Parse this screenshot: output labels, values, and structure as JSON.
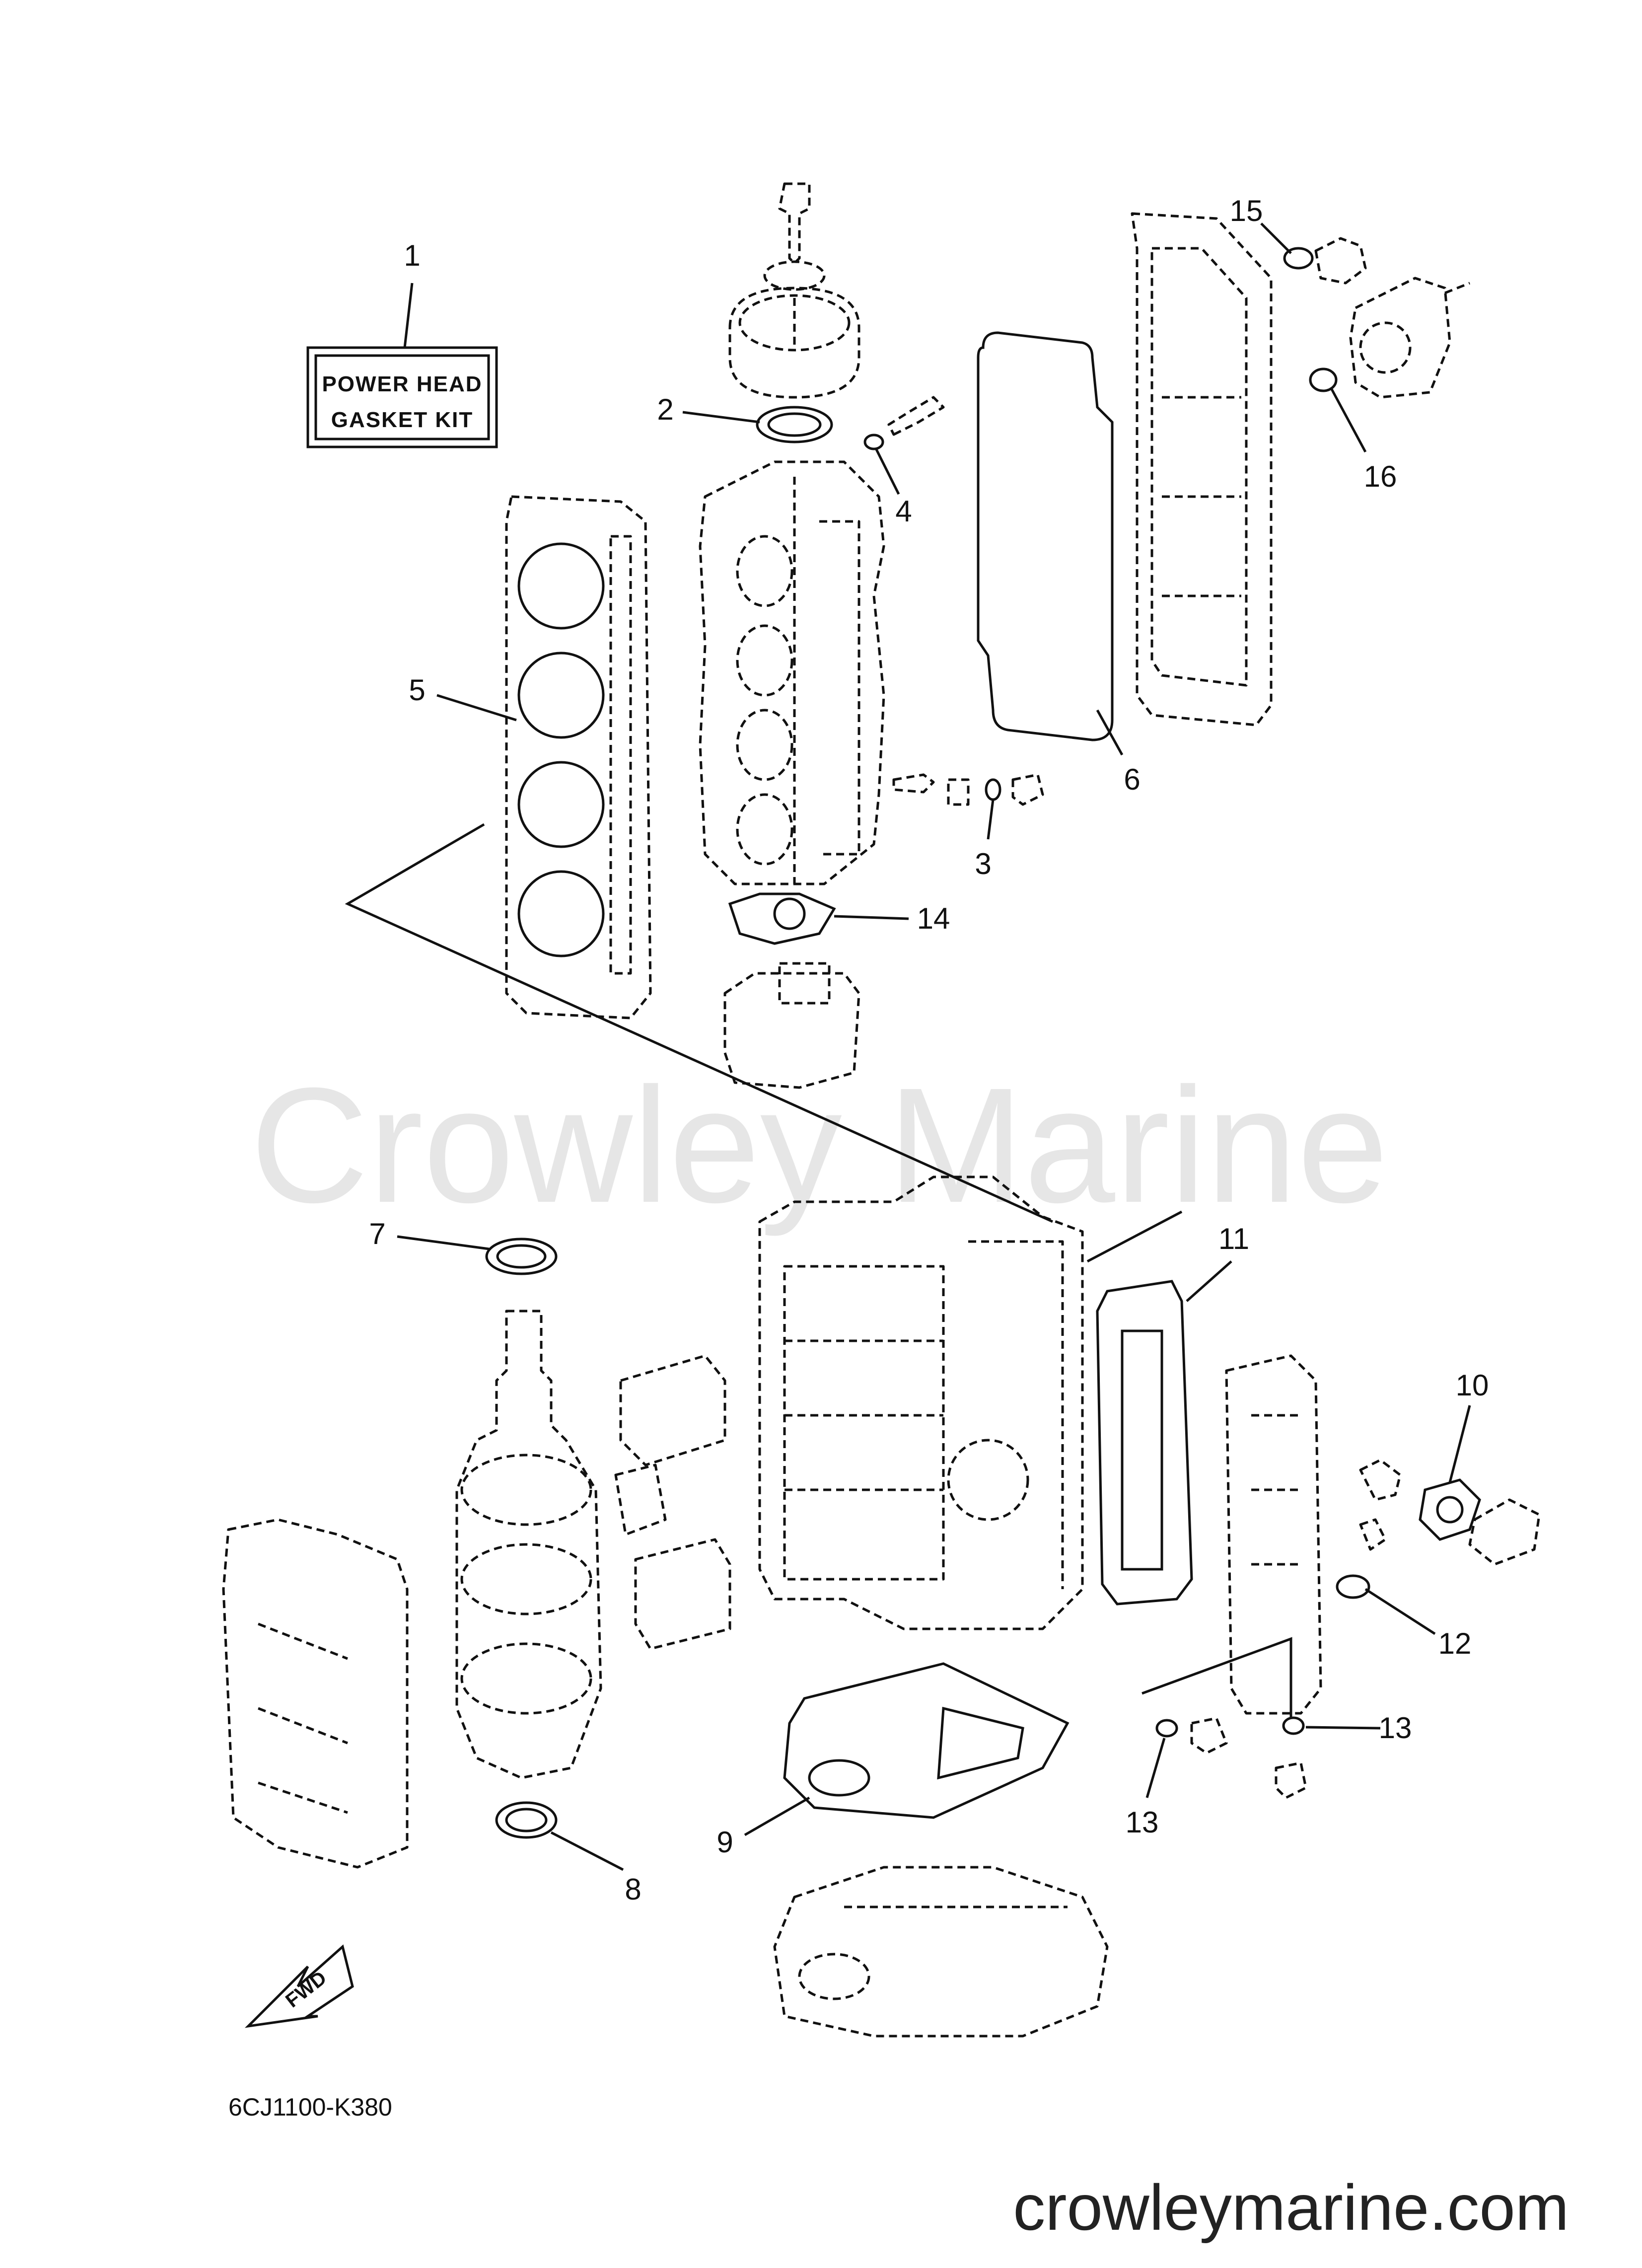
{
  "kit_label": {
    "line1": "POWER HEAD",
    "line2": "GASKET KIT"
  },
  "callouts": [
    "1",
    "2",
    "3",
    "4",
    "5",
    "6",
    "7",
    "8",
    "9",
    "10",
    "11",
    "12",
    "13",
    "13",
    "14",
    "15",
    "16"
  ],
  "diagram_code": "6CJ1100-K380",
  "fwd_label": "FWD",
  "watermark": "Crowley Marine",
  "website": "crowleymarine.com"
}
